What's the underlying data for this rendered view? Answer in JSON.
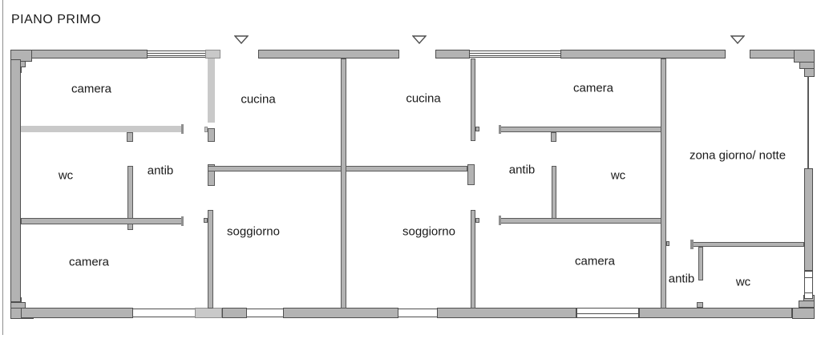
{
  "title": "PIANO PRIMO",
  "floor_plan": {
    "rooms": [
      {
        "label": "camera"
      },
      {
        "label": "wc"
      },
      {
        "label": "antib"
      },
      {
        "label": "camera"
      },
      {
        "label": "cucina"
      },
      {
        "label": "soggiorno"
      },
      {
        "label": "cucina"
      },
      {
        "label": "soggiorno"
      },
      {
        "label": "camera"
      },
      {
        "label": "antib"
      },
      {
        "label": "wc"
      },
      {
        "label": "camera"
      },
      {
        "label": "zona giorno/ notte"
      },
      {
        "label": "antib"
      },
      {
        "label": "wc"
      }
    ],
    "entrance_marker": "triangle-down",
    "entrance_count": 3
  },
  "colors": {
    "wall_fill": "#b3b3b3",
    "wall_outline": "#4f4f4f",
    "light_wall": "#c9c9c9",
    "text": "#1a1a1a",
    "background": "#ffffff"
  }
}
